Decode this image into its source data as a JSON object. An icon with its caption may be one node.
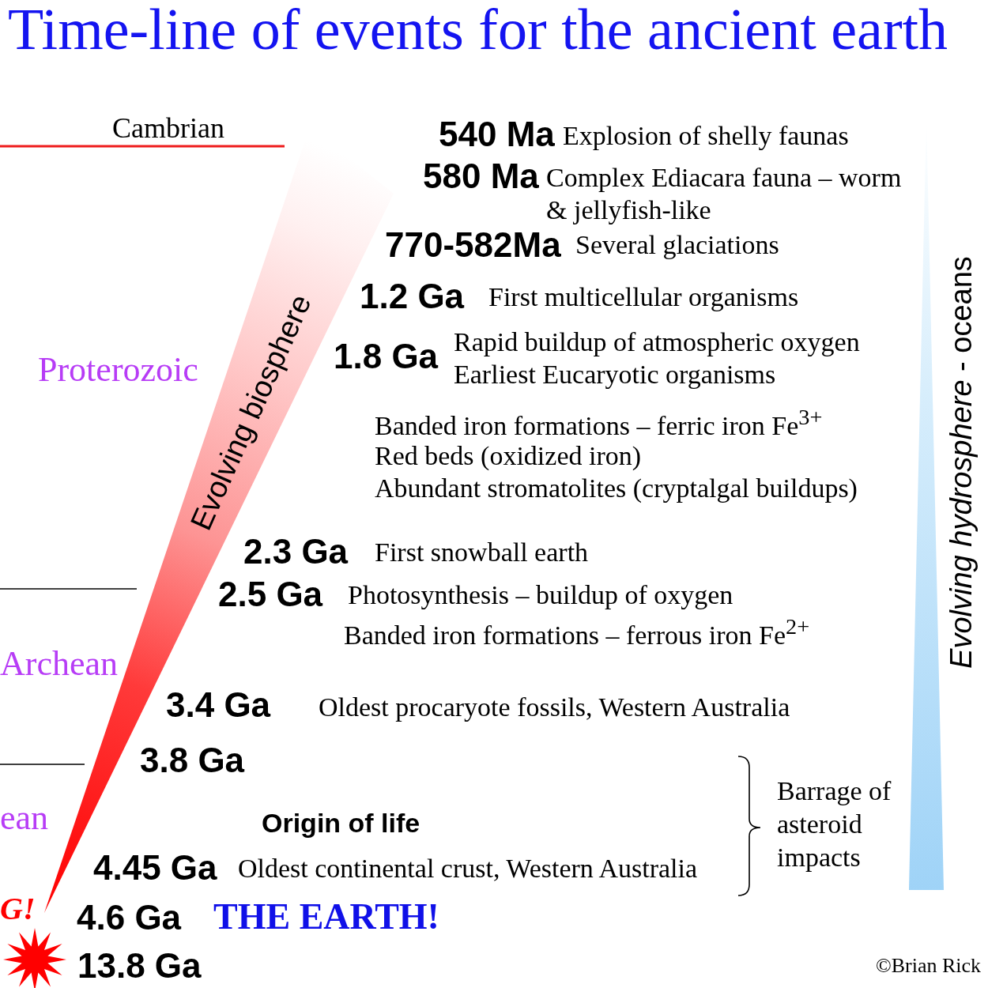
{
  "diagram": {
    "title": "Time-line of events for the ancient earth",
    "nodes": [
      {
        "text": [
          "Evolving biosphere"
        ]
      },
      {
        "text": [
          "*Evolving hydrosphere* - oceans"
        ]
      }
    ],
    "labels": [
      "Cambrian",
      "540 Ma",
      "Explosion of shelly faunas",
      "580 Ma",
      "Complex Ediacara fauna – worm & jellyfish-like",
      "770-582Ma",
      "Several glaciations",
      "1.2 Ga",
      "First multicellular organisms",
      "Rapid buildup of atmospheric oxygen",
      "1.8 Ga",
      "Proterozoic",
      "Earliest Eucaryotic organisms",
      "Banded iron formations – ferric iron Fe$^{3+}$",
      "Red beds (oxidized iron)",
      "Abundant stromatolites (cryptalgal buildups)",
      "2.3 Ga",
      "First snowball earth",
      "2.5 Ga",
      "Photosynthesis – buildup of oxygen",
      "Banded iron formations – ferrous iron Fe$^{2+}$",
      "Archean",
      "3.4 Ga",
      "Oldest procaryote fossils, Western Australia",
      "3.8 Ga",
      "Barrage of asteroid impacts",
      "ean",
      "Origin of life",
      "4.45 Ga",
      "Oldest continental crust, Western Australia",
      "G!",
      "4.6 Ga",
      "THE EARTH!",
      "13.8 Ga",
      "©Brian Rick"
    ]
  }
}
